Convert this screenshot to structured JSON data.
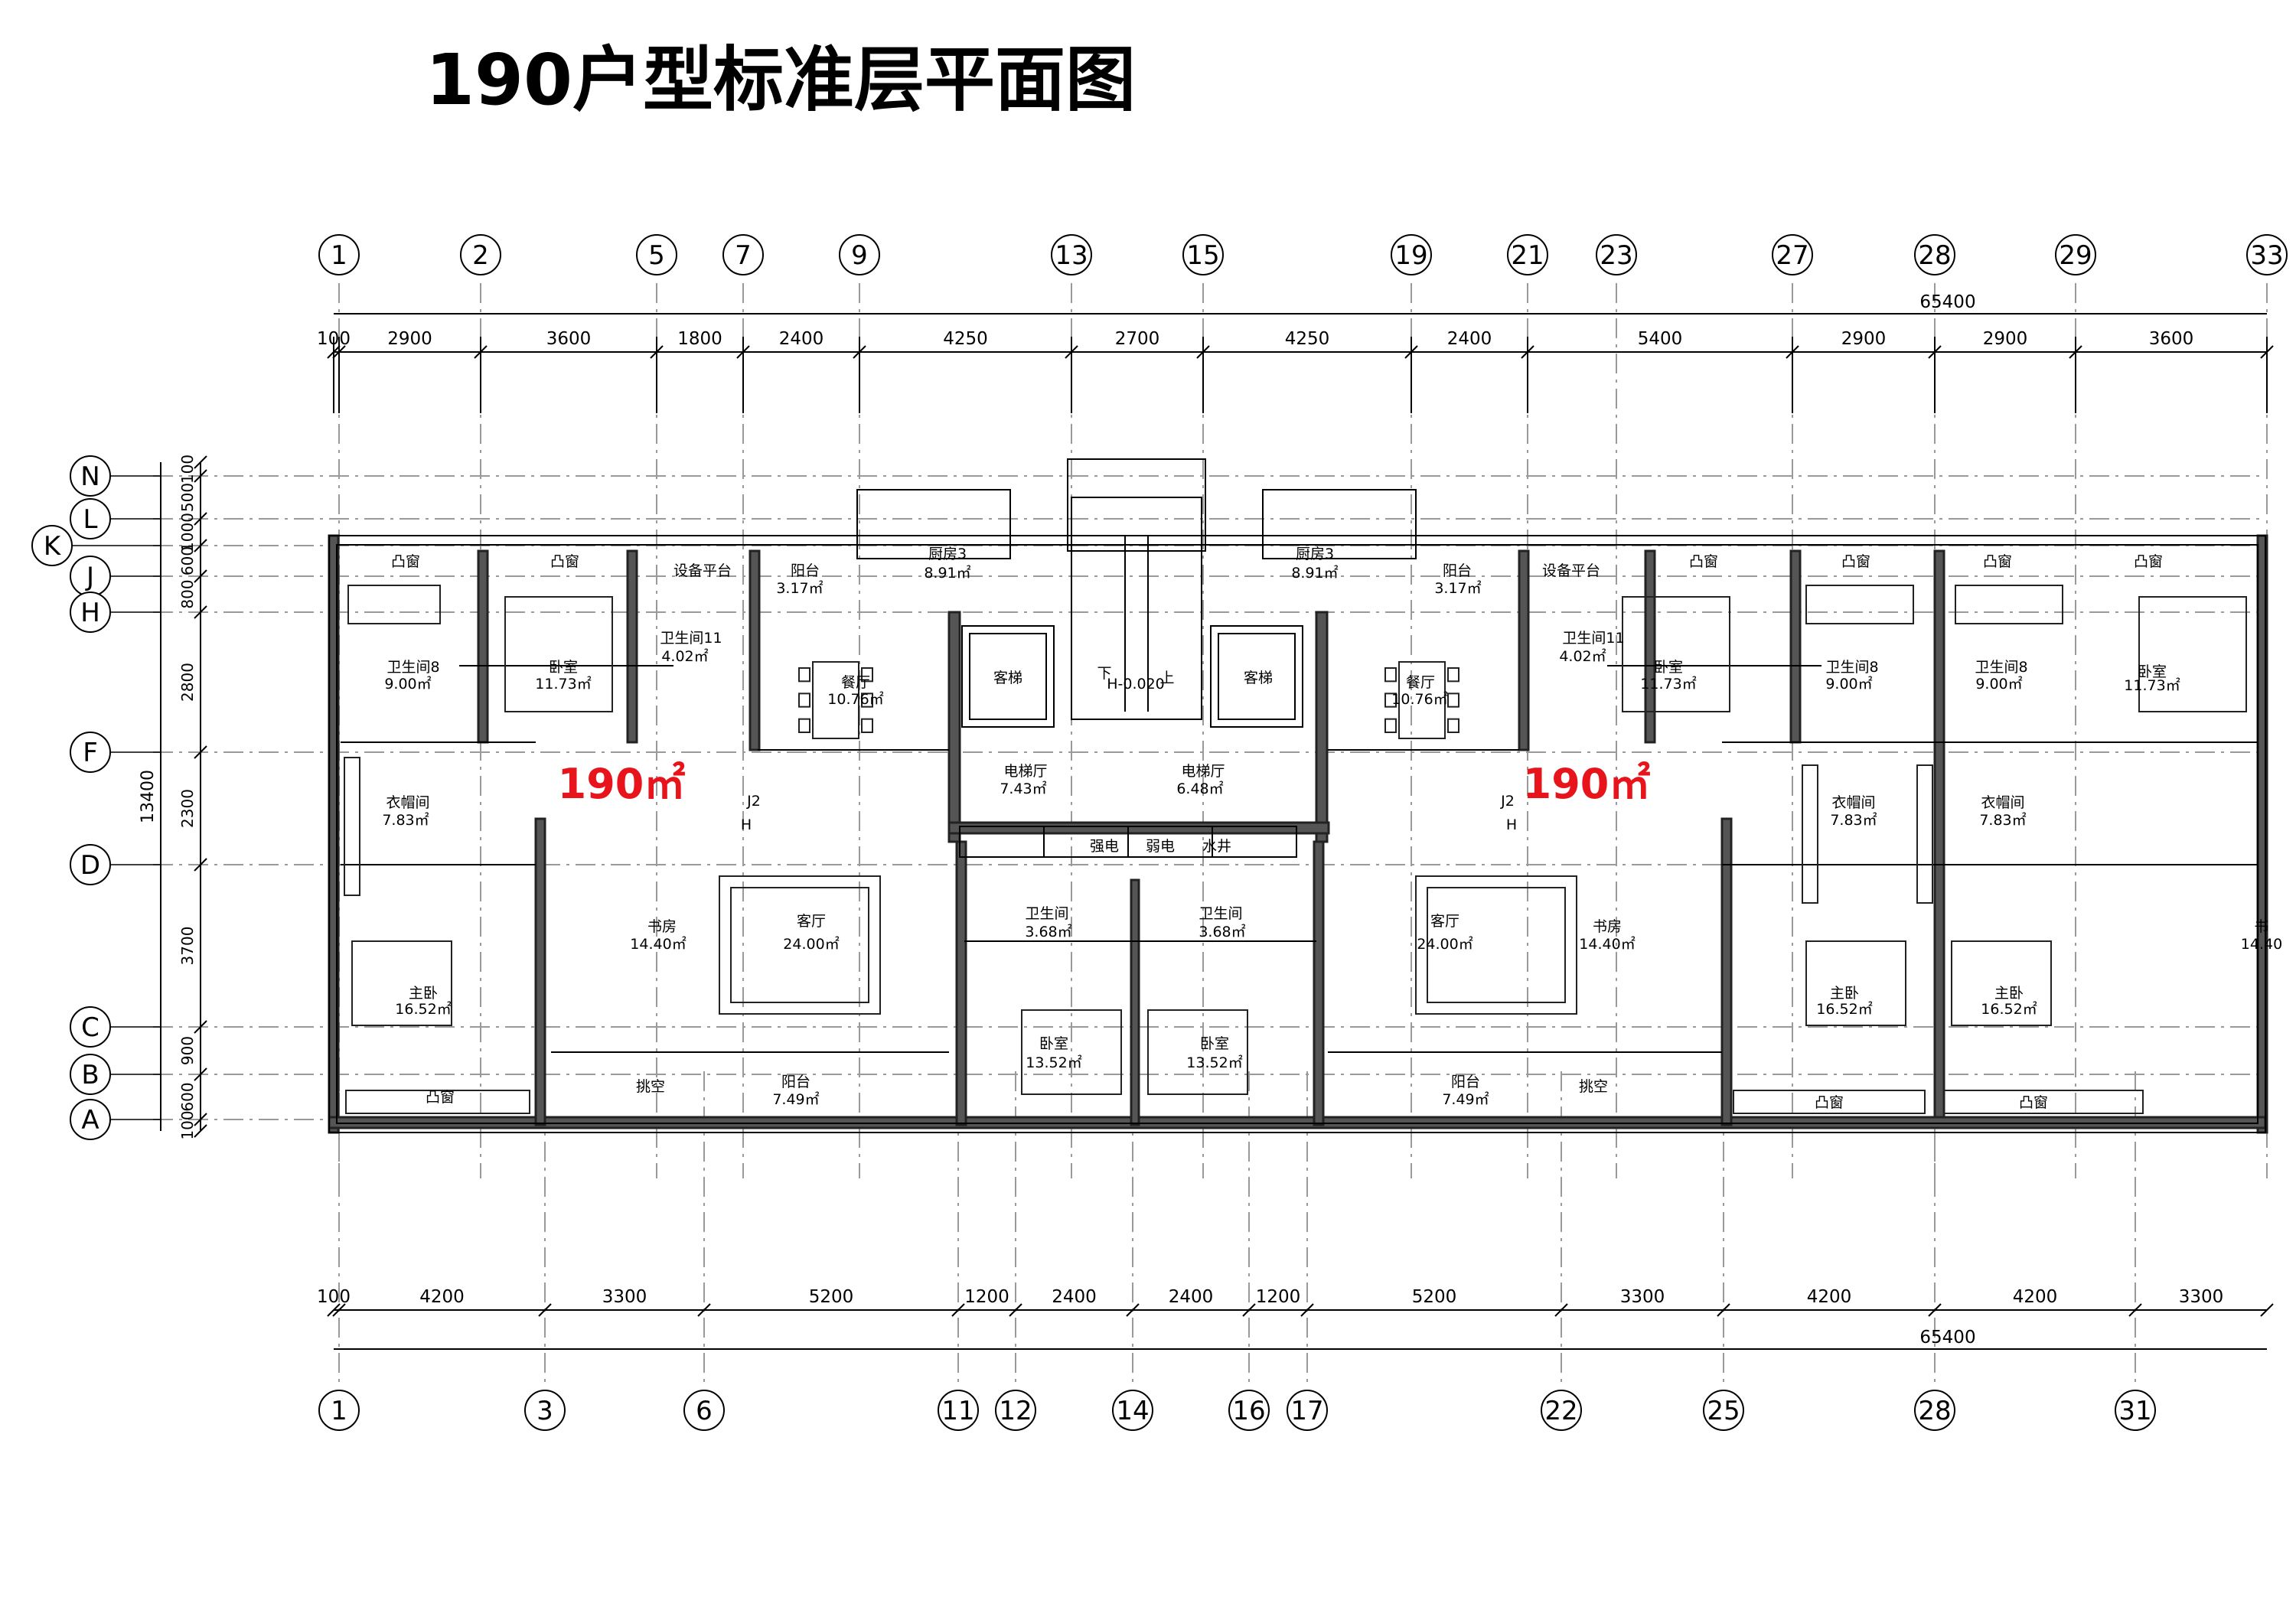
{
  "title": "190户型标准层平面图",
  "top_axes": [
    "1",
    "2",
    "5",
    "7",
    "9",
    "13",
    "15",
    "19",
    "21",
    "23",
    "27",
    "28",
    "29",
    "33"
  ],
  "top_dims": [
    "100",
    "2900",
    "3600",
    "1800",
    "2400",
    "4250",
    "2700",
    "4250",
    "2400",
    "5400",
    "2900",
    "2900",
    "3600"
  ],
  "top_total": "65400",
  "bottom_axes": [
    "1",
    "3",
    "6",
    "11",
    "12",
    "14",
    "16",
    "17",
    "22",
    "25",
    "28",
    "31"
  ],
  "bottom_dims": [
    "100",
    "4200",
    "3300",
    "5200",
    "1200",
    "2400",
    "2400",
    "1200",
    "5200",
    "3300",
    "4200",
    "4200",
    "3300"
  ],
  "bottom_total": "65400",
  "left_axes": [
    "N",
    "L",
    "K",
    "J",
    "H",
    "F",
    "D",
    "C",
    "B",
    "A"
  ],
  "left_dims": [
    "100",
    "500",
    "1000",
    "600",
    "800",
    "2800",
    "2300",
    "3700",
    "900",
    "600",
    "100"
  ],
  "left_total": "13400",
  "area_tags": [
    "190㎡",
    "190㎡"
  ],
  "area_color": "#e8141c",
  "rooms": {
    "bay_window": "凸窗",
    "equipment_platform": "设备平台",
    "balcony_small": "阳台",
    "balcony_small_area": "3.17㎡",
    "kitchen": "厨房3",
    "kitchen_area": "8.91㎡",
    "bath8": "卫生间8",
    "bath8_area": "9.00㎡",
    "bedroom": "卧室",
    "bedroom_area": "11.73㎡",
    "bath11": "卫生间11",
    "bath11_area": "4.02㎡",
    "dining": "餐厅",
    "dining_area": "10.76㎡",
    "elevator": "客梯",
    "stair_mark": "H-0.020",
    "stair_down": "下",
    "stair_up": "上",
    "lobby": "电梯厅",
    "lobby_area_left": "7.43㎡",
    "lobby_area_right": "6.48㎡",
    "cloakroom": "衣帽间",
    "cloakroom_area": "7.83㎡",
    "door_tag": "J2",
    "door_h": "H",
    "strong_elec": "强电",
    "weak_elec": "弱电",
    "water_shaft": "水井",
    "study": "书房",
    "study_area": "14.40㎡",
    "living": "客厅",
    "living_area": "24.00㎡",
    "bath": "卫生间",
    "bath_area": "3.68㎡",
    "master": "主卧",
    "master_area": "16.52㎡",
    "bedroom2_area": "13.52㎡",
    "void": "挑空",
    "balcony_big_area": "7.49㎡",
    "study_partial": "书",
    "study_area_partial": "14.40"
  }
}
